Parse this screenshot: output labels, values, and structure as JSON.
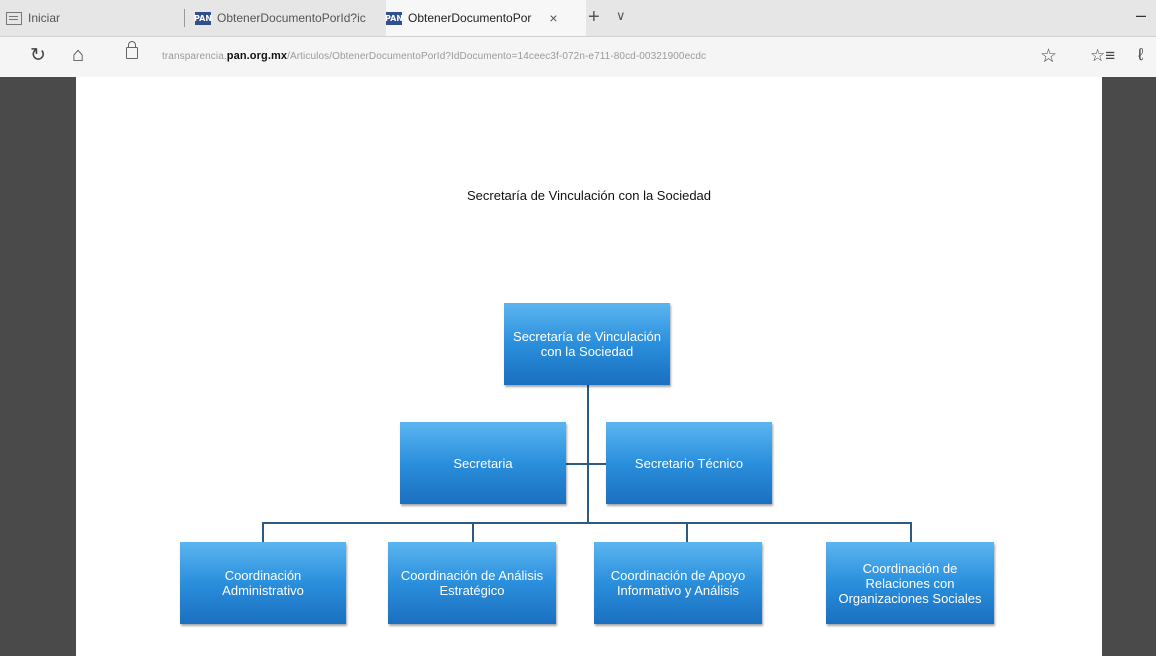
{
  "browser": {
    "tabs": [
      {
        "label": "Iniciar"
      },
      {
        "label": "ObtenerDocumentoPorId?ic",
        "favicon": "PAN"
      },
      {
        "label": "ObtenerDocumentoPor",
        "favicon": "PAN",
        "active": true
      }
    ],
    "new_tab_symbol": "+",
    "tab_menu_symbol": "∨",
    "close_symbol": "×",
    "address": {
      "prefix": "transparencia.",
      "domain": "pan.org.mx",
      "path": "/Articulos/ObtenerDocumentoPorId?IdDocumento=14ceec3f-072n-e711-80cd-00321900ecdc"
    }
  },
  "document": {
    "title": "Secretaría de Vinculación con la Sociedad",
    "org_chart": {
      "root": "Secretaría de Vinculación con la Sociedad",
      "assistants": [
        "Secretaria",
        "Secretario Técnico"
      ],
      "units": [
        "Coordinación Administrativo",
        "Coordinación de Análisis Estratégico",
        "Coordinación de Apoyo Informativo y Análisis",
        "Coordinación de Relaciones con Organizaciones Sociales"
      ],
      "box_color": "#2a8fdc",
      "line_color": "#2d5a80"
    }
  }
}
